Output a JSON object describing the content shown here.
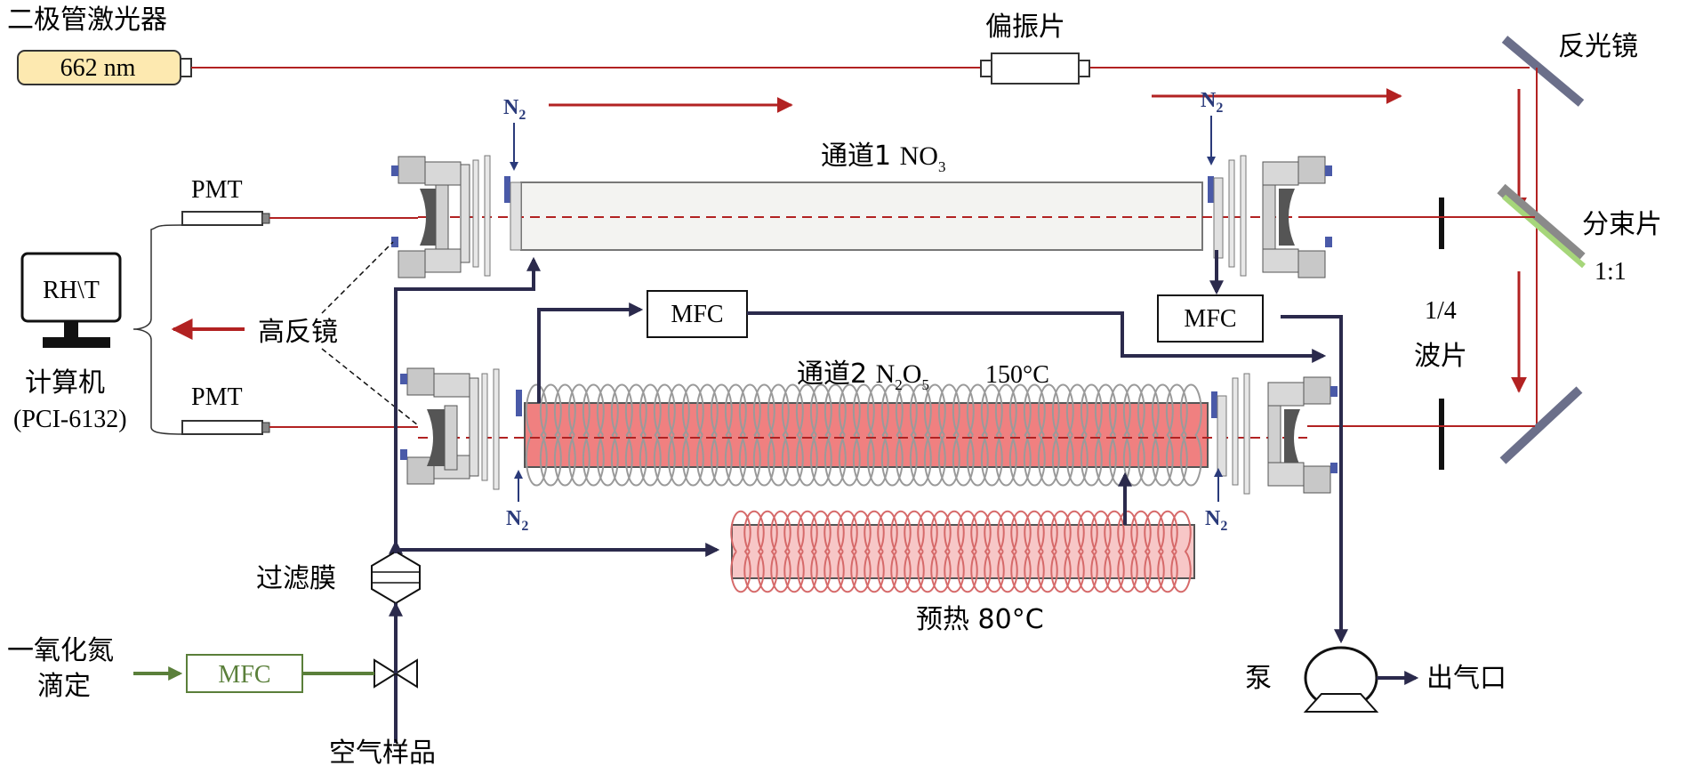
{
  "labels": {
    "laser_title": "二极管激光器",
    "laser_wavelength": "662 nm",
    "polarizer": "偏振片",
    "reflector_top": "反光镜",
    "beam_splitter": "分束片",
    "beam_splitter_ratio": "1:1",
    "quarter_wave_a": "1/4",
    "quarter_wave_b": "波片",
    "channel1_prefix": "通道1 ",
    "channel1_species": "NO",
    "channel1_sub": "3",
    "channel2_prefix": "通道2 ",
    "channel2_species_a": "N",
    "channel2_sub_a": "2",
    "channel2_species_b": "O",
    "channel2_sub_b": "5",
    "channel2_temp": "150°C",
    "n2": "N",
    "n2_sub": "2",
    "pmt_top": "PMT",
    "pmt_bottom": "PMT",
    "rht": "RH\\T",
    "high_reflector": "高反镜",
    "computer": "计算机",
    "computer_card": "(PCI-6132)",
    "mfc_upper": "MFC",
    "mfc_right": "MFC",
    "mfc_no": "MFC",
    "filter": "过滤膜",
    "preheat": "预热 80°C",
    "no_titration_a": "一氧化氮",
    "no_titration_b": "滴定",
    "air_sample": "空气样品",
    "pump": "泵",
    "outlet": "出气口"
  },
  "colors": {
    "laser_beam": "#b22222",
    "gas_line": "#2b2a4c",
    "no_line": "#5a7f3a",
    "mirror": "#6b6f8a",
    "splitter": "#a6d67a",
    "heated_cell": "#f08080",
    "coil": "#9a9a9a",
    "laser_body": "#fde9b0",
    "n2_arrow": "#2a3a7a",
    "mount": "#c8c8c8"
  }
}
